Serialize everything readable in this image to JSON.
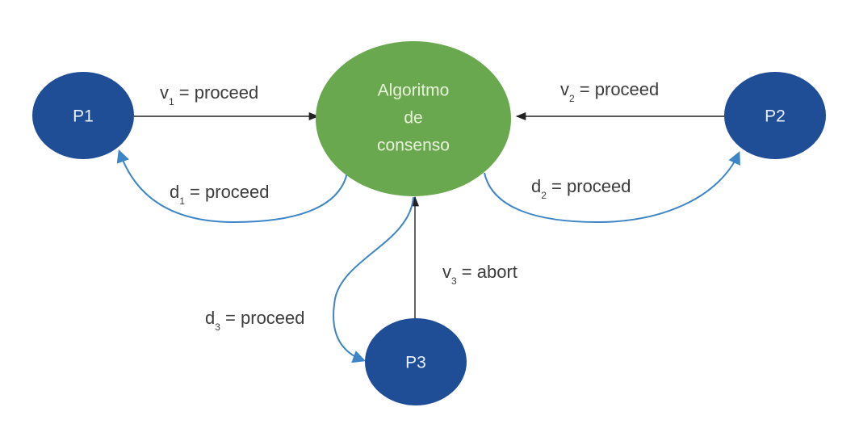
{
  "diagram": {
    "center_node": {
      "lines": [
        "Algoritmo",
        "de",
        "consenso"
      ],
      "color": "#6aa84f"
    },
    "process_nodes": [
      {
        "id": "P1",
        "label": "P1",
        "color": "#1f4e96"
      },
      {
        "id": "P2",
        "label": "P2",
        "color": "#1f4e96"
      },
      {
        "id": "P3",
        "label": "P3",
        "color": "#1f4e96"
      }
    ],
    "edges": {
      "v1": {
        "var": "v",
        "sub": "1",
        "rest": " = proceed",
        "from": "P1",
        "to": "center"
      },
      "v2": {
        "var": "v",
        "sub": "2",
        "rest": " = proceed",
        "from": "P2",
        "to": "center"
      },
      "v3": {
        "var": "v",
        "sub": "3",
        "rest": " = abort",
        "from": "P3",
        "to": "center"
      },
      "d1": {
        "var": "d",
        "sub": "1",
        "rest": " = proceed",
        "from": "center",
        "to": "P1"
      },
      "d2": {
        "var": "d",
        "sub": "2",
        "rest": " = proceed",
        "from": "center",
        "to": "P2"
      },
      "d3": {
        "var": "d",
        "sub": "3",
        "rest": " = proceed",
        "from": "center",
        "to": "P3"
      }
    },
    "colors": {
      "vote_arrow": "#222222",
      "decision_arrow": "#3d85c6"
    }
  }
}
